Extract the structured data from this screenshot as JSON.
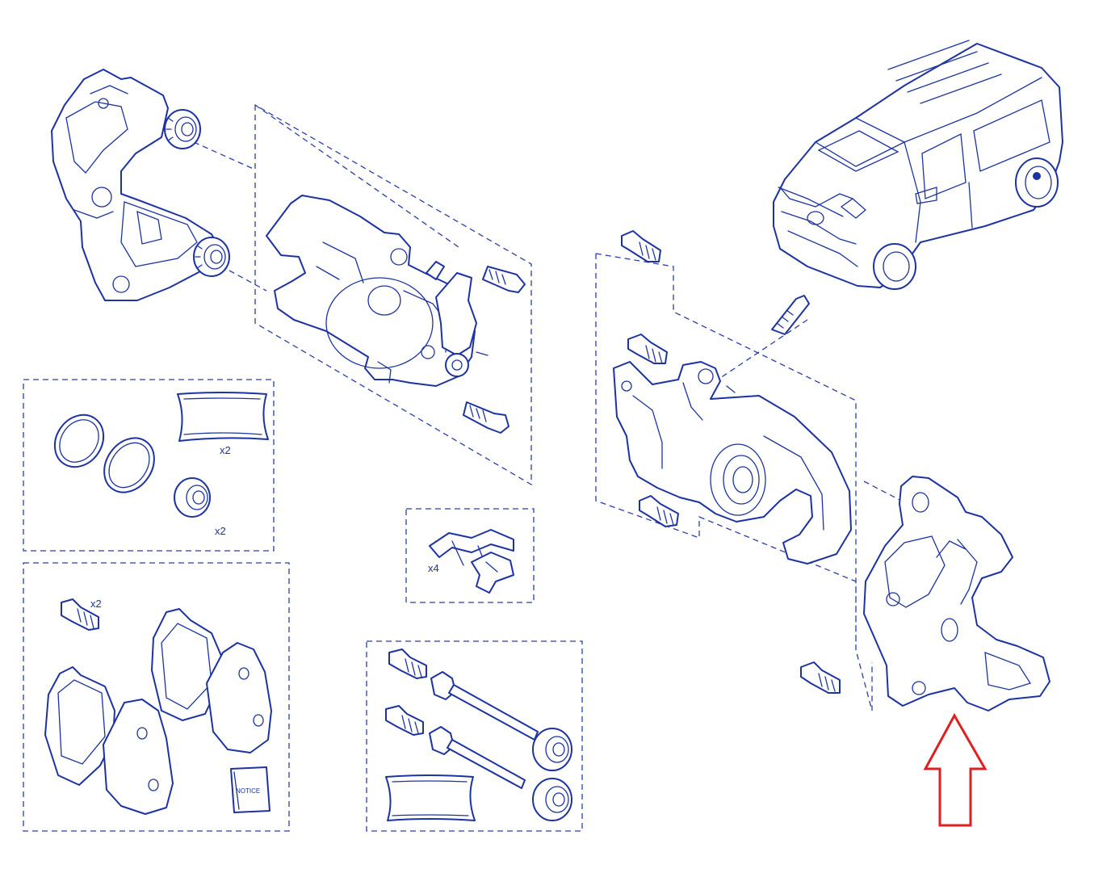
{
  "labels": {
    "seals_qty": "x2",
    "boots_qty": "x2",
    "clips_qty": "x4",
    "bolts_qty": "x2",
    "notice": "NOTICE"
  },
  "colors": {
    "line": "#1d33a0",
    "pointer_arrow": "#e02020",
    "background": "#ffffff"
  }
}
